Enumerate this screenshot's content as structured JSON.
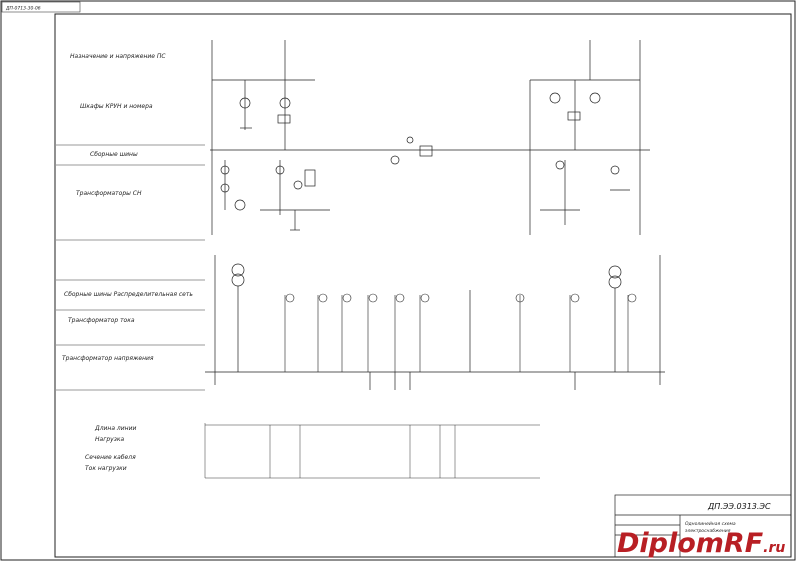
{
  "drawing": {
    "corner_code": "ДП-0713-30-06",
    "stamp_code": "ДП.ЭЭ.0313.ЭС",
    "stamp_title": "Однолинейная схема",
    "stamp_subtitle": "электроснабжения"
  },
  "left_panel": [
    "Назначение и напряжение ПС",
    "Шкафы КРУН и номера",
    "Сборные шины",
    "Трансформаторы СН",
    "Сборные шины Распределительная сеть",
    "Трансформатор тока",
    "Трансформатор напряжения"
  ],
  "table_labels": [
    "Длина линии",
    "Нагрузка",
    "Сечение кабеля",
    "Ток нагрузки"
  ],
  "watermark": {
    "brand": "DiplomRF",
    "tld": ".ru"
  }
}
